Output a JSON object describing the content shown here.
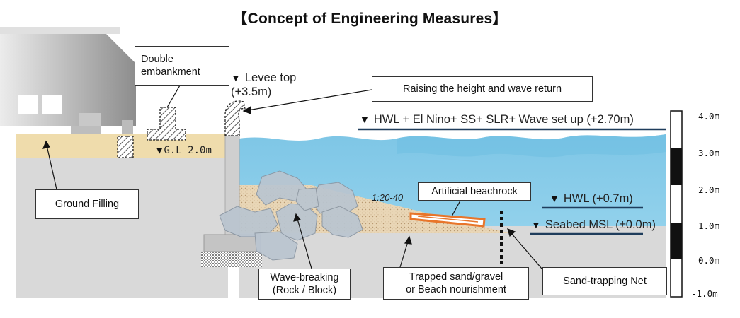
{
  "title": "【Concept of Engineering Measures】",
  "callouts": {
    "double_embankment": "Double embankment",
    "raising_height": "Raising the height and wave return",
    "ground_filling": "Ground Filling",
    "artificial_beachrock": "Artificial beachrock",
    "wave_breaking_line1": "Wave-breaking",
    "wave_breaking_line2": "(Rock / Block)",
    "trapped_sand_line1": "Trapped sand/gravel",
    "trapped_sand_line2": "or Beach nourishment",
    "sand_trapping_net": "Sand-trapping Net"
  },
  "levels": {
    "levee_top_line1": "Levee top",
    "levee_top_line2": "(+3.5m)",
    "ground_level": "G.L 2.0m",
    "hwl_combined": "HWL + El Nino+ SS+ SLR+ Wave set up (+2.70m)",
    "hwl": "HWL (+0.7m)",
    "seabed": "Seabed MSL (±0.0m)",
    "triangle": "▼"
  },
  "slope_label": "1:20-40",
  "scale": {
    "ticks": [
      "4.0m",
      "3.0m",
      "2.0m",
      "1.0m",
      "0.0m",
      "-1.0m"
    ]
  },
  "colors": {
    "sea": "#8fd0ea",
    "ground_fill": "#efdcac",
    "ground": "#d9d9d9",
    "sand": "#e6d0b0",
    "beachrock": "#e8752a",
    "line_navy": "#1f3d5c",
    "blocks": "#bfc9d3"
  }
}
